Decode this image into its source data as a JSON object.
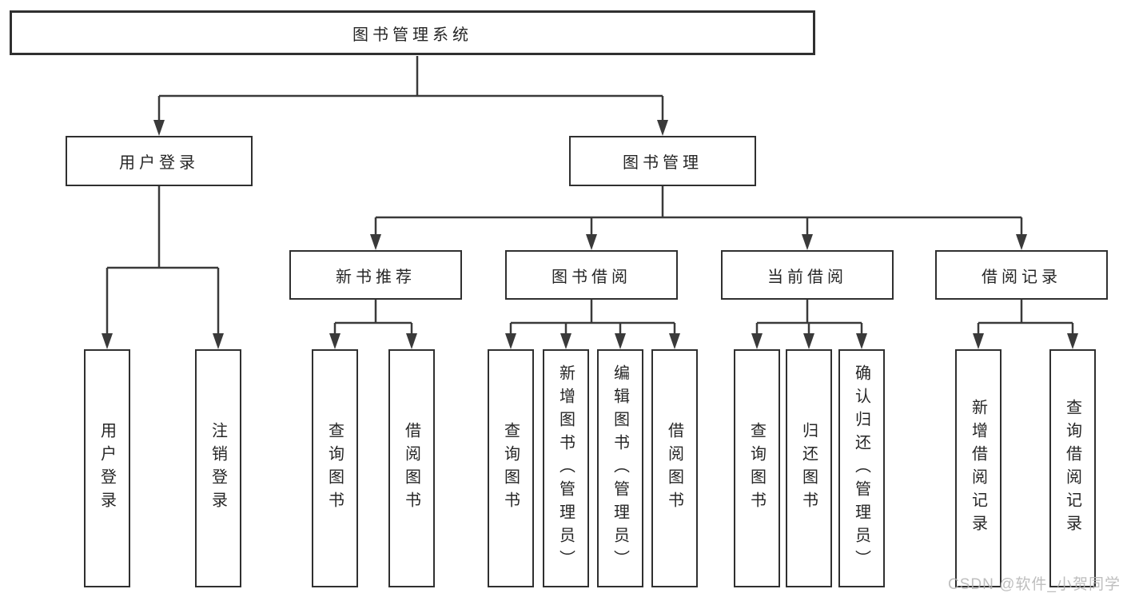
{
  "tree": {
    "root": "图书管理系统",
    "branches": [
      {
        "label": "用户登录",
        "leaves": [
          "用户登录",
          "注销登录"
        ]
      },
      {
        "label": "图书管理",
        "groups": [
          {
            "label": "新书推荐",
            "leaves": [
              "查询图书",
              "借阅图书"
            ]
          },
          {
            "label": "图书借阅",
            "leaves": [
              "查询图书",
              "新增图书（管理员）",
              "编辑图书（管理员）",
              "借阅图书"
            ]
          },
          {
            "label": "当前借阅",
            "leaves": [
              "查询图书",
              "归还图书",
              "确认归还（管理员）"
            ]
          },
          {
            "label": "借阅记录",
            "leaves": [
              "新增借阅记录",
              "查询借阅记录"
            ]
          }
        ]
      }
    ]
  },
  "watermark": "CSDN @软件_小贺同学",
  "colors": {
    "line": "#3a3a3a",
    "box_border": "#303030",
    "text": "#262626",
    "watermark": "#b3b3b3",
    "background": "#ffffff"
  }
}
